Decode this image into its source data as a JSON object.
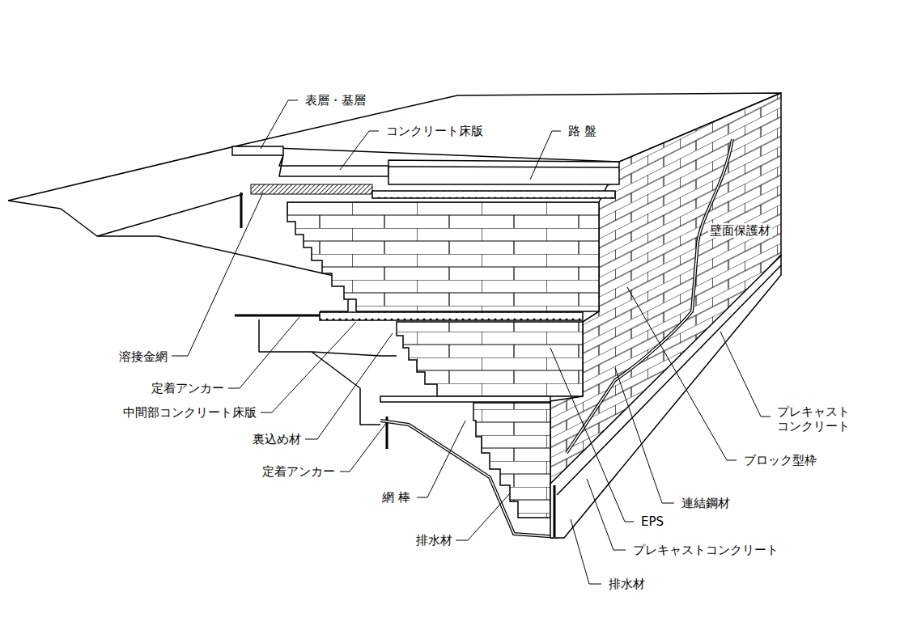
{
  "diagram": {
    "labels": [
      "表層・基層",
      "コンクリート床版",
      "路 盤",
      "壁面保護材",
      "溶接金網",
      "定着アンカー",
      "中間部コンクリート床版",
      "裏込め材",
      "定着アンカー",
      "網 棒",
      "排水材",
      "プレキャスト コンクリート",
      "ブロック型枠",
      "連結鋼材",
      "EPS",
      "プレキャストコンクリート",
      "排水材"
    ]
  }
}
